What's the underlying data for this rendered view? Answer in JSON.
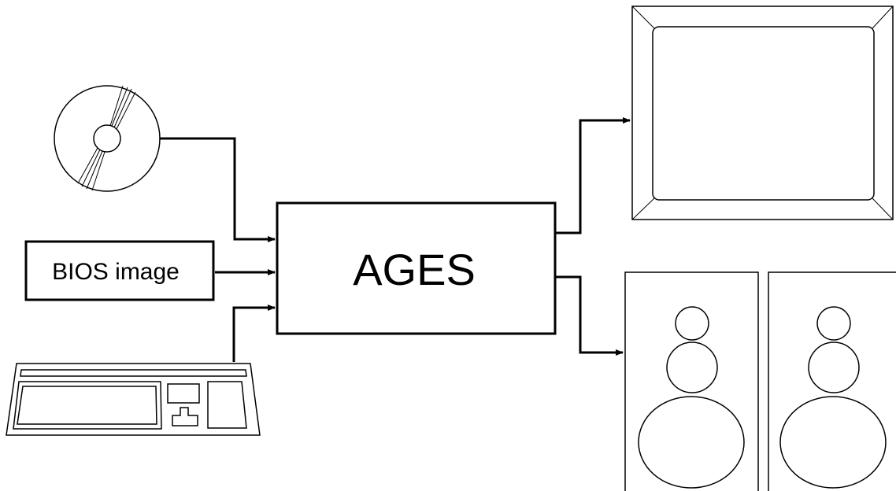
{
  "diagram": {
    "central_box": {
      "label": "AGES"
    },
    "bios_box": {
      "label": "BIOS image"
    },
    "inputs": [
      "cd-rom-disc",
      "bios-image",
      "keyboard"
    ],
    "outputs": [
      "monitor",
      "speakers"
    ],
    "colors": {
      "line": "#000000",
      "background": "#ffffff"
    }
  }
}
